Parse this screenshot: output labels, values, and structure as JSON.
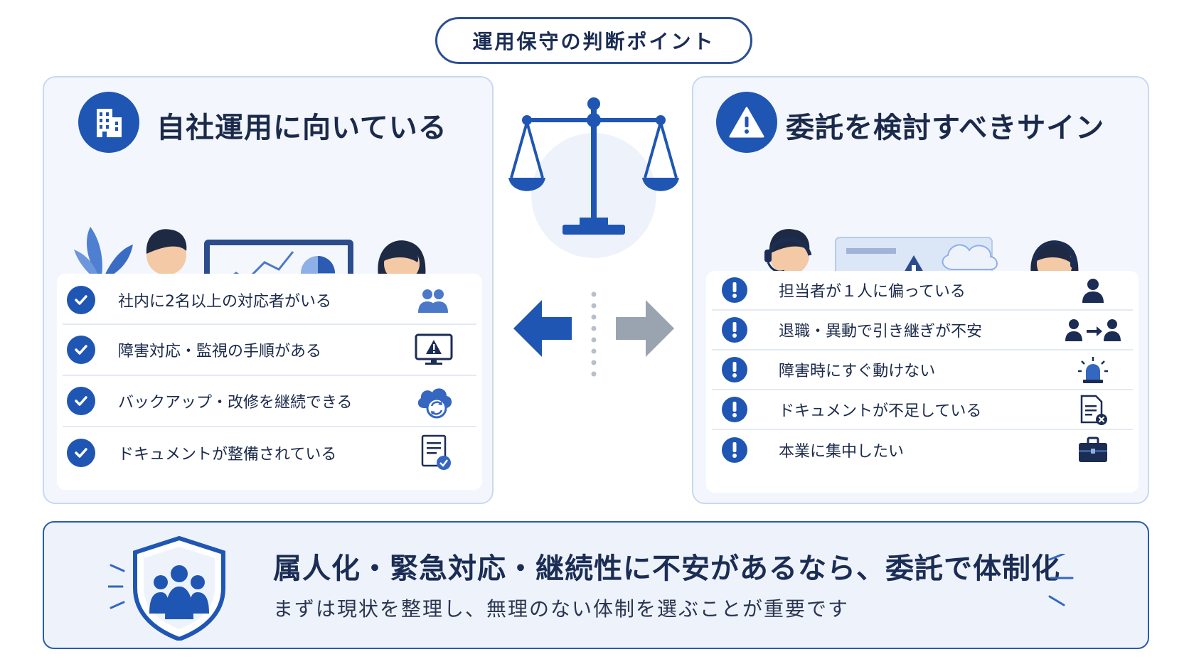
{
  "title": "運用保守の判断ポイント",
  "left": {
    "heading": "自社運用に向いている",
    "items": [
      {
        "text": "社内に2名以上の対応者がいる",
        "icon": "two-people-icon"
      },
      {
        "text": "障害対応・監視の手順がある",
        "icon": "monitor-warning-icon"
      },
      {
        "text": "バックアップ・改修を継続できる",
        "icon": "cloud-sync-icon"
      },
      {
        "text": "ドキュメントが整備されている",
        "icon": "document-check-icon"
      }
    ]
  },
  "right": {
    "heading": "委託を検討すべきサイン",
    "items": [
      {
        "text": "担当者が１人に偏っている",
        "icon": "single-person-icon"
      },
      {
        "text": "退職・異動で引き継ぎが不安",
        "icon": "handover-icon"
      },
      {
        "text": "障害時にすぐ動けない",
        "icon": "alarm-light-icon"
      },
      {
        "text": "ドキュメントが不足している",
        "icon": "document-missing-icon"
      },
      {
        "text": "本業に集中したい",
        "icon": "briefcase-icon"
      }
    ]
  },
  "bottom": {
    "main": "属人化・緊急対応・継続性に不安があるなら、委託で体制化",
    "sub": "まずは現状を整理し、無理のない体制を選ぶことが重要です"
  },
  "colors": {
    "primary": "#1f56b3",
    "navy": "#1b2d55",
    "arrow_gray": "#9aa3b0",
    "panel_bg": "#f3f7fd"
  }
}
